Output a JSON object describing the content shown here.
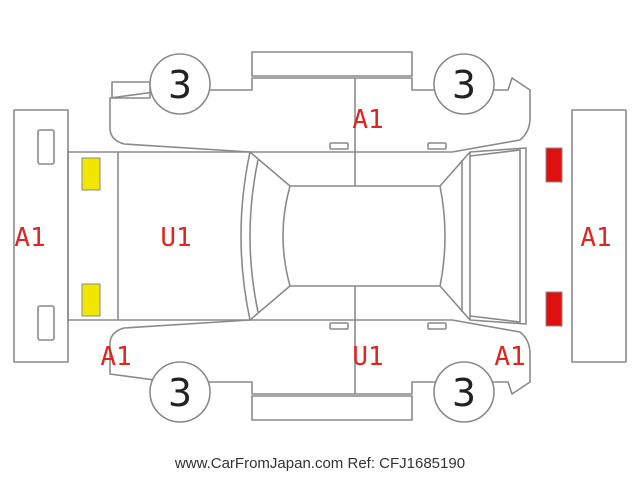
{
  "tire_marks": {
    "front_left": "3",
    "front_right": "3",
    "rear_left": "3",
    "rear_right": "3"
  },
  "damage_codes": {
    "top_doors": "A1",
    "front_bumper": "A1",
    "hood": "U1",
    "bottom_doors": "U1",
    "front_left_corner": "A1",
    "rear_left_corner": "A1",
    "rear_bumper": "A1"
  },
  "light_colors": {
    "front": "#f2e600",
    "rear": "#e01010"
  },
  "line_color": "#8a8a8a",
  "footer": {
    "site": "www.CarFromJapan.com",
    "ref": "Ref: CFJ1685190"
  }
}
